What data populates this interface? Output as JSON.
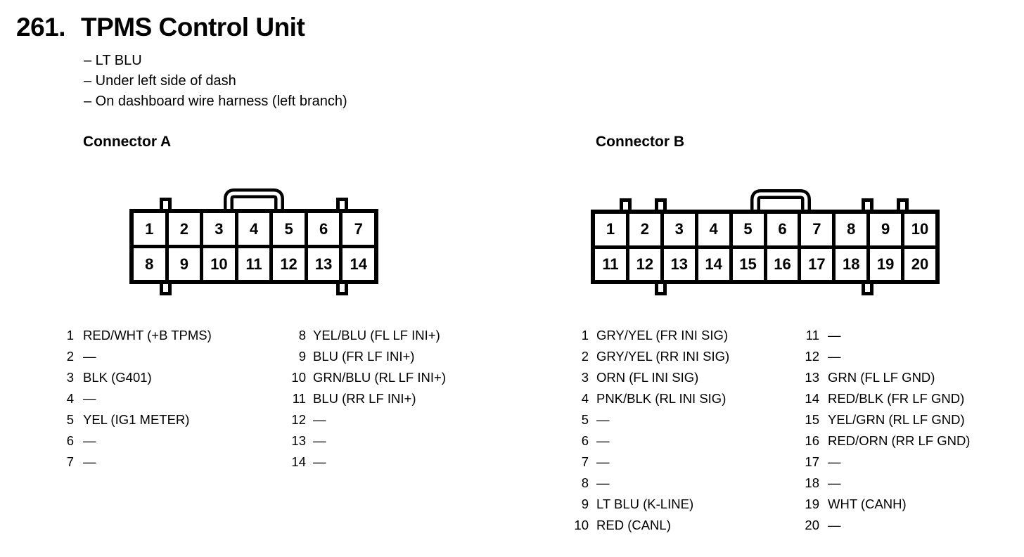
{
  "page": {
    "title_number": "261.",
    "title": "TPMS Control Unit",
    "notes": [
      "– LT BLU",
      "– Under left side of dash",
      "– On dashboard wire harness (left branch)"
    ]
  },
  "colors": {
    "ink": "#000000",
    "paper": "#ffffff"
  },
  "connector_a": {
    "label": "Connector A",
    "grid": [
      [
        "1",
        "2",
        "3",
        "4",
        "5",
        "6",
        "7"
      ],
      [
        "8",
        "9",
        "10",
        "11",
        "12",
        "13",
        "14"
      ]
    ],
    "pins_left": [
      {
        "num": "1",
        "desc": "RED/WHT (+B TPMS)"
      },
      {
        "num": "2",
        "desc": "—"
      },
      {
        "num": "3",
        "desc": "BLK (G401)"
      },
      {
        "num": "4",
        "desc": "—"
      },
      {
        "num": "5",
        "desc": "YEL (IG1 METER)"
      },
      {
        "num": "6",
        "desc": "—"
      },
      {
        "num": "7",
        "desc": "—"
      }
    ],
    "pins_right": [
      {
        "num": "8",
        "desc": "YEL/BLU (FL LF INI+)"
      },
      {
        "num": "9",
        "desc": "BLU (FR LF INI+)"
      },
      {
        "num": "10",
        "desc": "GRN/BLU (RL LF INI+)"
      },
      {
        "num": "11",
        "desc": "BLU (RR LF INI+)"
      },
      {
        "num": "12",
        "desc": "—"
      },
      {
        "num": "13",
        "desc": "—"
      },
      {
        "num": "14",
        "desc": "—"
      }
    ]
  },
  "connector_b": {
    "label": "Connector B",
    "grid": [
      [
        "1",
        "2",
        "3",
        "4",
        "5",
        "6",
        "7",
        "8",
        "9",
        "10"
      ],
      [
        "11",
        "12",
        "13",
        "14",
        "15",
        "16",
        "17",
        "18",
        "19",
        "20"
      ]
    ],
    "pins_left": [
      {
        "num": "1",
        "desc": "GRY/YEL (FR INI SIG)"
      },
      {
        "num": "2",
        "desc": "GRY/YEL (RR INI SIG)"
      },
      {
        "num": "3",
        "desc": "ORN (FL INI SIG)"
      },
      {
        "num": "4",
        "desc": "PNK/BLK (RL INI SIG)"
      },
      {
        "num": "5",
        "desc": "—"
      },
      {
        "num": "6",
        "desc": "—"
      },
      {
        "num": "7",
        "desc": "—"
      },
      {
        "num": "8",
        "desc": "—"
      },
      {
        "num": "9",
        "desc": "LT BLU (K-LINE)"
      },
      {
        "num": "10",
        "desc": "RED (CANL)"
      }
    ],
    "pins_right": [
      {
        "num": "11",
        "desc": "—"
      },
      {
        "num": "12",
        "desc": "—"
      },
      {
        "num": "13",
        "desc": "GRN (FL LF GND)"
      },
      {
        "num": "14",
        "desc": "RED/BLK (FR LF GND)"
      },
      {
        "num": "15",
        "desc": "YEL/GRN (RL LF GND)"
      },
      {
        "num": "16",
        "desc": "RED/ORN (RR LF GND)"
      },
      {
        "num": "17",
        "desc": "—"
      },
      {
        "num": "18",
        "desc": "—"
      },
      {
        "num": "19",
        "desc": "WHT (CANH)"
      },
      {
        "num": "20",
        "desc": "—"
      }
    ]
  }
}
